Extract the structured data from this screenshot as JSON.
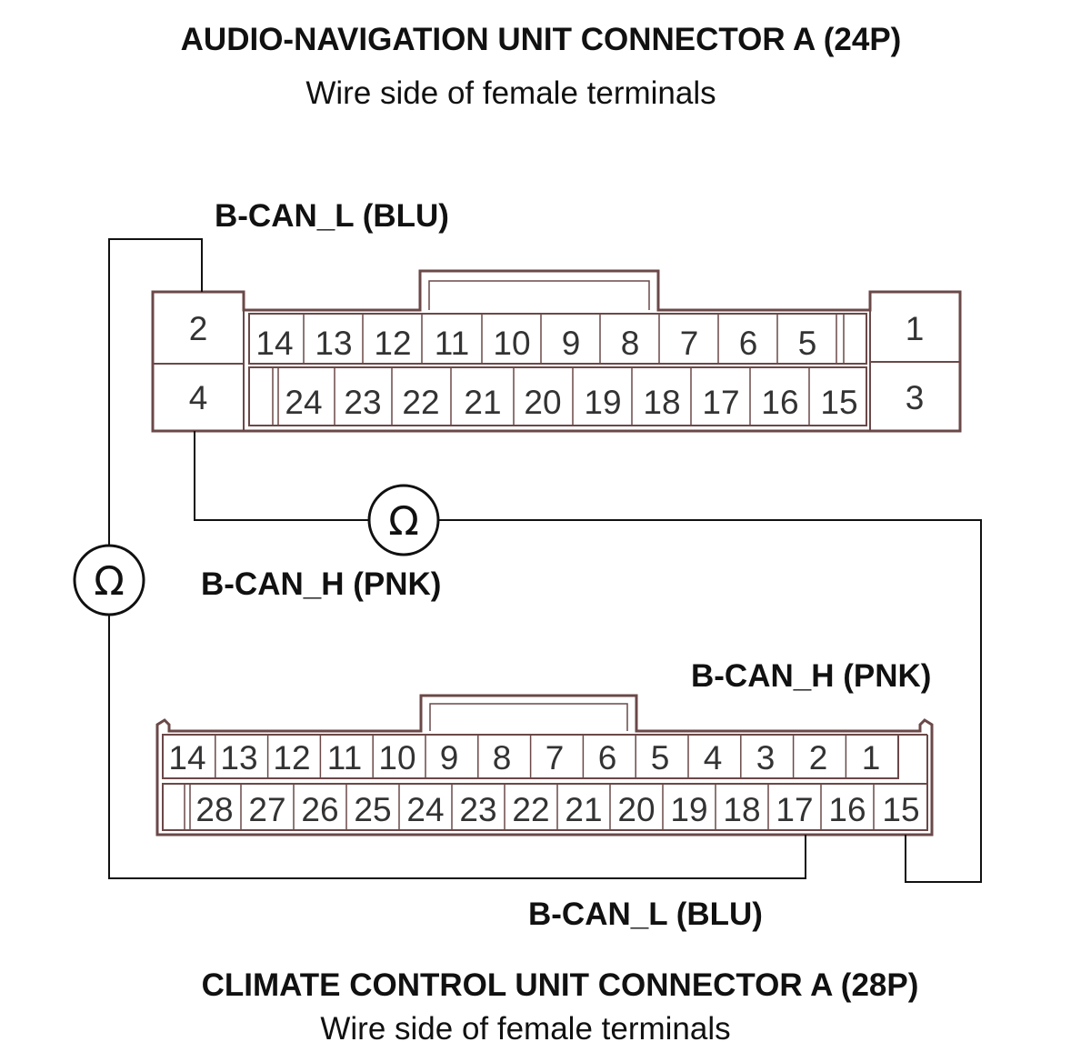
{
  "top_connector": {
    "title": "AUDIO-NAVIGATION UNIT CONNECTOR A (24P)",
    "subtitle": "Wire side of female terminals",
    "side_pins": [
      "2",
      "4",
      "1",
      "3"
    ],
    "row1": [
      "14",
      "13",
      "12",
      "11",
      "10",
      "9",
      "8",
      "7",
      "6",
      "5"
    ],
    "row2": [
      "24",
      "23",
      "22",
      "21",
      "20",
      "19",
      "18",
      "17",
      "16",
      "15"
    ]
  },
  "bottom_connector": {
    "title": "CLIMATE CONTROL UNIT CONNECTOR A (28P)",
    "subtitle": "Wire side of female terminals",
    "row1": [
      "14",
      "13",
      "12",
      "11",
      "10",
      "9",
      "8",
      "7",
      "6",
      "5",
      "4",
      "3",
      "2",
      "1"
    ],
    "row2": [
      "28",
      "27",
      "26",
      "25",
      "24",
      "23",
      "22",
      "21",
      "20",
      "19",
      "18",
      "17",
      "16",
      "15"
    ]
  },
  "wire_labels": {
    "top_can_l": "B-CAN_L (BLU)",
    "top_can_h": "B-CAN_H (PNK)",
    "bottom_can_h": "B-CAN_H (PNK)",
    "bottom_can_l": "B-CAN_L (BLU)"
  },
  "meters": {
    "left_symbol": "Ω",
    "middle_symbol": "Ω"
  }
}
